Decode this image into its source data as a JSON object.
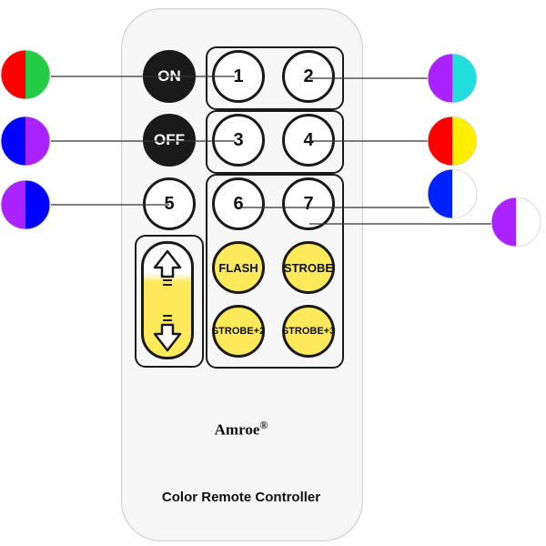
{
  "remote": {
    "brand": "Amroe",
    "brand_mark": "®",
    "subtitle": "Color Remote Controller"
  },
  "buttons": {
    "on": "ON",
    "off": "OFF",
    "b1": "1",
    "b2": "2",
    "b3": "3",
    "b4": "4",
    "b5": "5",
    "b6": "6",
    "b7": "7",
    "flash": "FLASH",
    "strobe": "STROBE",
    "strobe2": "STROBE+2",
    "strobe3": "STROBE+3"
  },
  "swatches": {
    "left_1": [
      "#ff0000",
      "#22cc44"
    ],
    "left_2": [
      "#0000ff",
      "#aa22ff"
    ],
    "left_3": [
      "#aa22ff",
      "#0000ff"
    ],
    "right_1": [
      "#aa22ff",
      "#22dddd"
    ],
    "right_2": [
      "#ff0000",
      "#ffee00"
    ],
    "right_3": [
      "#0022ff",
      "#ffffff"
    ],
    "right_4": [
      "#aa22ff",
      "#ffffff"
    ]
  },
  "colors": {
    "button_yellow": "#fde95a",
    "button_black": "#1a1a1a",
    "remote_body": "#f7f7f7"
  }
}
